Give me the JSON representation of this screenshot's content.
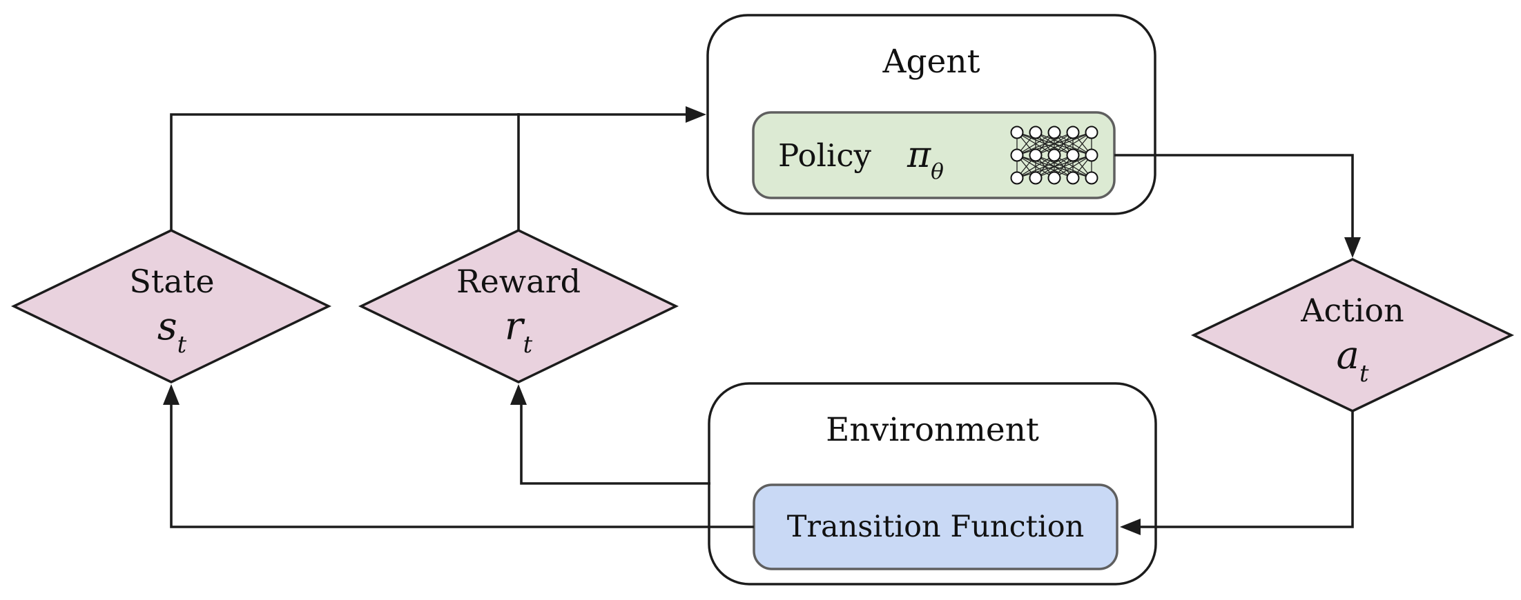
{
  "colors": {
    "diamond_fill": "#e9d2de",
    "policy_fill": "#dcead3",
    "transition_fill": "#c9d9f5",
    "line": "#1c1c1c"
  },
  "agent": {
    "title": "Agent",
    "policy_label": "Policy",
    "policy_symbol": "π",
    "policy_symbol_sub": "θ"
  },
  "environment": {
    "title": "Environment",
    "transition_label": "Transition Function"
  },
  "state": {
    "label": "State",
    "symbol": "s",
    "symbol_sub": "t"
  },
  "reward": {
    "label": "Reward",
    "symbol": "r",
    "symbol_sub": "t"
  },
  "action": {
    "label": "Action",
    "symbol": "a",
    "symbol_sub": "t"
  }
}
